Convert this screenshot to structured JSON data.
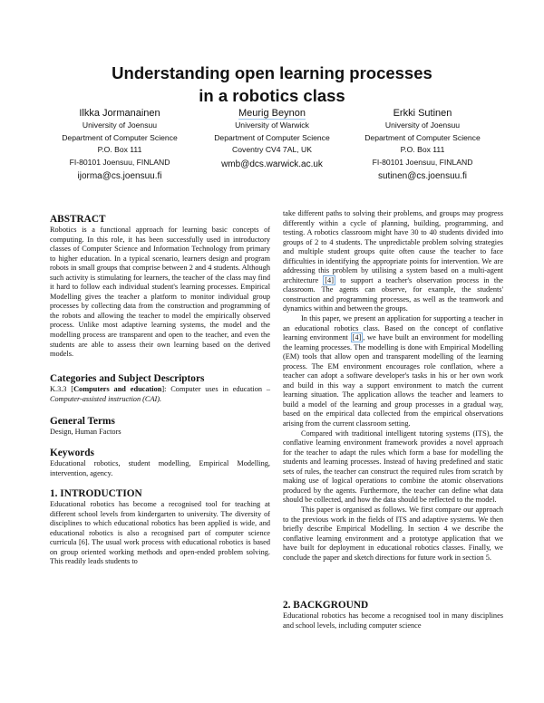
{
  "title_line1": "Understanding open learning processes",
  "title_line2": "in a robotics class",
  "authors": [
    {
      "name": "Ilkka Jormanainen",
      "affiliation": "University of Joensuu",
      "department": "Department of Computer Science",
      "address1": "P.O. Box 111",
      "address2": "FI-80101 Joensuu, FINLAND",
      "email": "ijorma@cs.joensuu.fi"
    },
    {
      "name": "Meurig Beynon",
      "affiliation": "University of Warwick",
      "department": "Department of Computer Science",
      "address1": "Coventry CV4 7AL, UK",
      "email": "wmb@dcs.warwick.ac.uk"
    },
    {
      "name": "Erkki Sutinen",
      "affiliation": "University of Joensuu",
      "department": "Department of Computer Science",
      "address1": "P.O. Box 111",
      "address2": "FI-80101 Joensuu, FINLAND",
      "email": "sutinen@cs.joensuu.fi"
    }
  ],
  "abstract": {
    "heading": "ABSTRACT",
    "text": "Robotics is a functional approach for learning basic concepts of computing. In this role, it has been successfully used in introductory classes of Computer Science and Information Technology from primary to higher education. In a typical scenario, learners design and program robots in small groups that comprise between 2 and 4 students. Although such activity is stimulating for learners, the teacher of the class may find it hard to follow each individual student's learning processes. Empirical Modelling gives the teacher a platform to monitor individual group processes by collecting data from the construction and programming of the robots and allowing the teacher to model the empirically observed process. Unlike most adaptive learning systems, the model and the modelling process are transparent and open to the teacher, and even the students are able to assess their own learning based on the derived models."
  },
  "categories": {
    "heading": "Categories and Subject Descriptors",
    "code": "K.3.3 [",
    "bold": "Computers and education",
    "rest": "]: Computer uses in education – ",
    "italic": "Computer-assisted instruction (CAI)."
  },
  "general_terms": {
    "heading": "General Terms",
    "text": "Design, Human Factors"
  },
  "keywords": {
    "heading": "Keywords",
    "text": "Educational robotics, student modelling, Empirical Modelling, intervention, agency."
  },
  "introduction": {
    "heading": "1.  INTRODUCTION",
    "p1": "Educational robotics has become a recognised tool for teaching at different school levels from kindergarten to university. The diversity of disciplines to which educational robotics has been applied is wide, and educational robotics is also a recognised part of computer science curricula [6]. The usual work process with educational robotics is based on group oriented working methods and open-ended problem solving. This readily leads students to",
    "p1_cont_a": "take different paths to solving their problems, and groups may progress differently within a cycle of planning, building, programming, and testing. A robotics classroom might have 30 to 40 students divided into groups of 2 to 4 students. The unpredictable problem solving strategies and multiple student groups quite often cause the teacher to face difficulties in identifying the appropriate points for intervention. We are addressing this problem by utilising a system based on a multi-agent architecture ",
    "ref4": "[4]",
    "p1_cont_b": " to support a teacher's observation process in the classroom. The agents can observe, for example, the students' construction and programming processes, as well as the teamwork and dynamics within and between the groups.",
    "p2_a": "In this paper, we present an application for supporting a teacher in an educational robotics class. Based on the concept of conflative learning environment ",
    "p2_b": ", we have built an environment for modelling the learning processes. The modelling is done with Empirical Modelling (EM) tools that allow open and transparent modelling of the learning process. The EM environment encourages role conflation, where a teacher can adopt a software developer's tasks in his or her own work and build in this way a support environment to match the current learning situation. The application allows the teacher and learners to build a model of the learning and group processes in a gradual way, based on the empirical data collected from the empirical observations arising from the current classroom setting.",
    "p3": "Compared with traditional intelligent tutoring systems (ITS), the conflative learning environment framework provides a novel approach for the teacher to adapt the rules which form a base for modelling the students and learning processes. Instead of having predefined and static sets of rules, the teacher can construct the required rules from scratch by making use of logical operations to combine the atomic observations produced by the agents. Furthermore, the teacher can define what data should be collected, and how the data should be reflected to the model.",
    "p4": "This paper is organised as follows. We first compare our approach to the previous work in the fields of ITS and adaptive systems. We then briefly describe Empirical Modelling. In section 4 we describe the conflative learning environment and a prototype application that we have built for deployment in educational robotics classes. Finally, we conclude the paper and sketch directions for future work in section 5."
  },
  "background": {
    "heading": "2.  BACKGROUND",
    "text": "Educational robotics has become a recognised tool in many disciplines and school levels, including computer science"
  },
  "colors": {
    "link_box": "#7aaee0",
    "link_underline": "#9cc7ee"
  }
}
